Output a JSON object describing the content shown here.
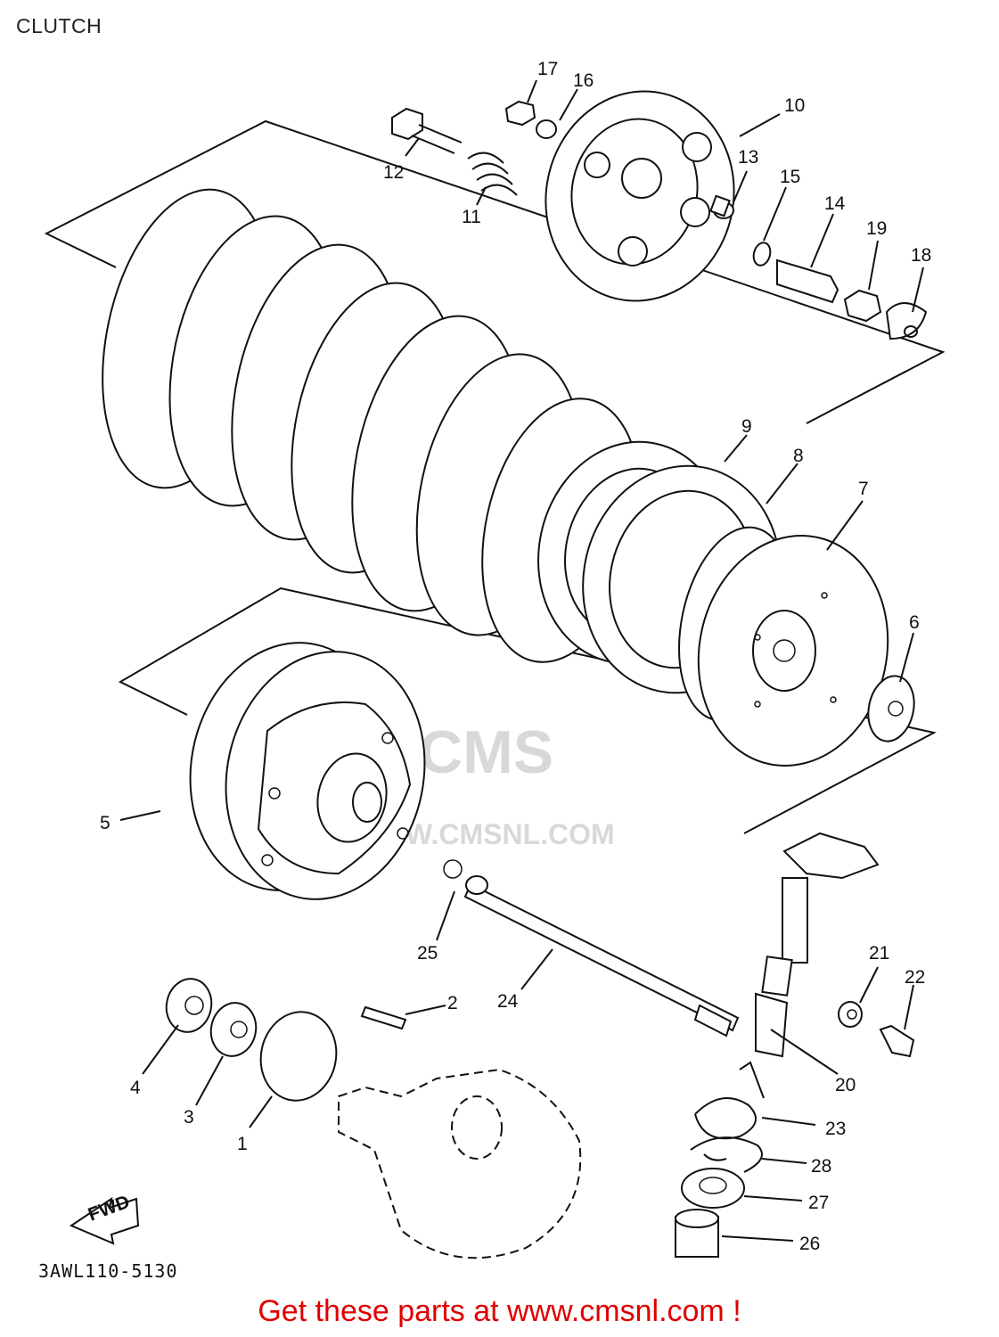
{
  "header": {
    "title": "CLUTCH"
  },
  "diagram": {
    "doc_code": "3AWL110-5130",
    "fwd_label": "FWD",
    "watermark": {
      "brand": "CMS",
      "url": "W.CMSNL.COM"
    },
    "callouts": [
      {
        "id": "c1",
        "label": "1"
      },
      {
        "id": "c2",
        "label": "2"
      },
      {
        "id": "c3",
        "label": "3"
      },
      {
        "id": "c4",
        "label": "4"
      },
      {
        "id": "c5",
        "label": "5"
      },
      {
        "id": "c6",
        "label": "6"
      },
      {
        "id": "c7",
        "label": "7"
      },
      {
        "id": "c8",
        "label": "8"
      },
      {
        "id": "c9",
        "label": "9"
      },
      {
        "id": "c10",
        "label": "10"
      },
      {
        "id": "c11",
        "label": "11"
      },
      {
        "id": "c12",
        "label": "12"
      },
      {
        "id": "c13",
        "label": "13"
      },
      {
        "id": "c14",
        "label": "14"
      },
      {
        "id": "c15",
        "label": "15"
      },
      {
        "id": "c16",
        "label": "16"
      },
      {
        "id": "c17",
        "label": "17"
      },
      {
        "id": "c18",
        "label": "18"
      },
      {
        "id": "c19",
        "label": "19"
      },
      {
        "id": "c20",
        "label": "20"
      },
      {
        "id": "c21",
        "label": "21"
      },
      {
        "id": "c22",
        "label": "22"
      },
      {
        "id": "c23",
        "label": "23"
      },
      {
        "id": "c24",
        "label": "24"
      },
      {
        "id": "c25",
        "label": "25"
      },
      {
        "id": "c26",
        "label": "26"
      },
      {
        "id": "c27",
        "label": "27"
      },
      {
        "id": "c28",
        "label": "28"
      }
    ]
  },
  "footer": {
    "link_text": "Get these parts at www.cmsnl.com !",
    "color": "#e00000"
  }
}
